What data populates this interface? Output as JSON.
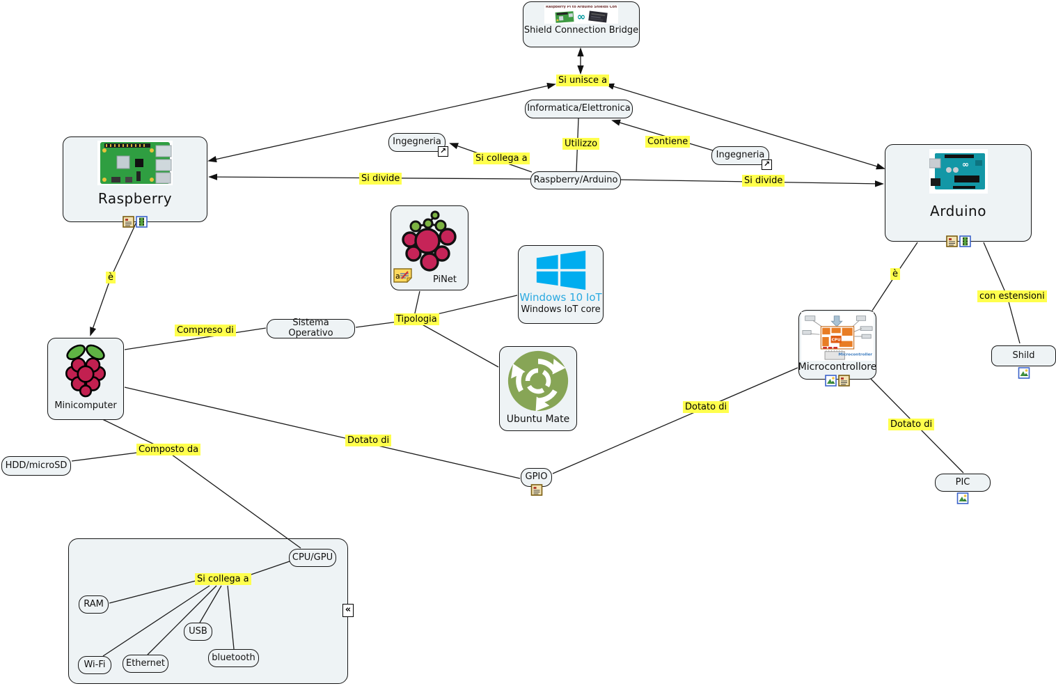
{
  "nodes": {
    "scb": {
      "label": "Shield Connection Bridge",
      "image_caption": "Raspberry Pi to Arduino Shields Connection Bridge"
    },
    "informatica": {
      "label": "Informatica/Elettronica"
    },
    "ingegneria_left": {
      "label": "Ingegneria"
    },
    "ingegneria_right": {
      "label": "Ingegneria"
    },
    "raspberry_arduino": {
      "label": "Raspberry/Arduino"
    },
    "raspberry": {
      "label": "Raspberry"
    },
    "arduino": {
      "label": "Arduino"
    },
    "pinet": {
      "label": "PiNet"
    },
    "windows_iot": {
      "logo_text": "Windows 10 IoT",
      "label": "Windows IoT core"
    },
    "sistema_operativo": {
      "label": "Sistema Operativo"
    },
    "ubuntu_mate": {
      "label": "Ubuntu Mate"
    },
    "minicomputer": {
      "label": "Minicomputer"
    },
    "microcontrollore": {
      "label": "Microcontrollore",
      "image_caption": "Microcontroller",
      "cpu_text": "CPU"
    },
    "hdd_microsd": {
      "label": "HDD/microSD"
    },
    "gpio": {
      "label": "GPIO"
    },
    "shild": {
      "label": "Shild"
    },
    "pic": {
      "label": "PIC"
    },
    "cpu_gpu": {
      "label": "CPU/GPU"
    },
    "ram": {
      "label": "RAM"
    },
    "wifi": {
      "label": "Wi-Fi"
    },
    "ethernet": {
      "label": "Ethernet"
    },
    "usb": {
      "label": "USB"
    },
    "bluetooth": {
      "label": "bluetooth"
    }
  },
  "link_labels": {
    "si_unisce_a": "Si unisce a",
    "utilizzo": "Utilizzo",
    "contiene": "Contiene",
    "si_collega_a": "Si collega a",
    "si_divide_left": "Si divide",
    "si_divide_right": "Si divide",
    "e_left": "è",
    "e_right": "è",
    "con_estensioni": "con estensioni",
    "compreso_di": "Compreso di",
    "tipologia": "Tipologia",
    "composto_da": "Composto da",
    "dotato_di_left": "Dotato di",
    "dotato_di_mid": "Dotato di",
    "dotato_di_right": "Dotato di",
    "si_collega_a_inner": "Si collega a"
  },
  "icons": {
    "link_arrow": "↗",
    "collapse": "«",
    "note_letter": "a",
    "infinity": "∞"
  },
  "colors": {
    "node_fill": "#eef3f5",
    "label_bg": "#ffff4d",
    "line": "#1a1a1a",
    "windows_blue": "#00adef",
    "windows_text_blue": "#2aa9e0",
    "mate_green": "#87a556",
    "pi_berry_red": "#c22050",
    "leaf_green": "#5fb344",
    "pinet_crimson": "#c62458",
    "pinet_green": "#7cb342",
    "arduino_teal": "#1397a6",
    "rpi_board_green": "#2f9e41",
    "micro_orange": "#e87d25"
  }
}
